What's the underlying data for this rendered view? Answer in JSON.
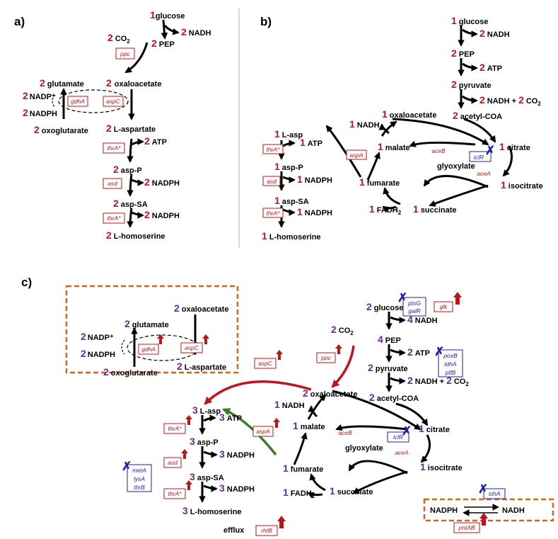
{
  "colors": {
    "coef_ab": "#c0141c",
    "coef_c": "#6a2a8f",
    "enzyme": "#c0141c",
    "knockout": "#1f1fb0",
    "overexpress": "#c0141c",
    "green_arrow": "#3d7a25",
    "box_orange": "#d5651a"
  },
  "panels": {
    "a": "a)",
    "b": "b)",
    "c": "c)"
  },
  "panel_a": {
    "glucose": {
      "coef": "1",
      "name": "glucose"
    },
    "nadh": {
      "coef": "2",
      "name": "NADH"
    },
    "co2": {
      "coef": "2",
      "name": "CO"
    },
    "pep": {
      "coef": "2",
      "name": "PEP"
    },
    "oaa": {
      "coef": "2",
      "name": "oxaloacetate"
    },
    "glutamate": {
      "coef": "2",
      "name": "glutamate"
    },
    "nadp": {
      "coef": "2",
      "name": "NADP⁺"
    },
    "nadph_g": {
      "coef": "2",
      "name": "NADPH"
    },
    "oxoglu": {
      "coef": "2",
      "name": "oxoglutarate"
    },
    "lasp": {
      "coef": "2",
      "name": "L-aspartate"
    },
    "atp": {
      "coef": "2",
      "name": "ATP"
    },
    "aspP": {
      "coef": "2",
      "name": "asp-P"
    },
    "nadph1": {
      "coef": "2",
      "name": "NADPH"
    },
    "aspSA": {
      "coef": "2",
      "name": "asp-SA"
    },
    "nadph2": {
      "coef": "2",
      "name": "NADPH"
    },
    "hom": {
      "coef": "2",
      "name": "L-homoserine"
    },
    "enz": {
      "ppc": "ppc",
      "gdhA": "gdhA",
      "aspC": "aspC",
      "thrA1": "thrA*",
      "asd": "asd",
      "thrA2": "thrA*"
    }
  },
  "panel_b": {
    "glucose": {
      "coef": "1",
      "name": "glucose"
    },
    "nadh1": {
      "coef": "2",
      "name": "NADH"
    },
    "pep": {
      "coef": "2",
      "name": "PEP"
    },
    "atp": {
      "coef": "2",
      "name": "ATP"
    },
    "pyr": {
      "coef": "2",
      "name": "pyruvate"
    },
    "nadh2": {
      "coef": "2",
      "name": "NADH +"
    },
    "co2": {
      "coef": "2",
      "name": "CO"
    },
    "acoa": {
      "coef": "2",
      "name": "acetyl-COA"
    },
    "oaa": {
      "coef": "1",
      "name": "oxaloacetate"
    },
    "nadh3": {
      "coef": "1",
      "name": "NADH"
    },
    "malate": {
      "coef": "1",
      "name": "malate"
    },
    "citrate": {
      "coef": "1",
      "name": "citrate"
    },
    "glyox": {
      "name": "glyoxylate"
    },
    "fumarate": {
      "coef": "1",
      "name": "fumarate"
    },
    "isocit": {
      "coef": "1",
      "name": "isocitrate"
    },
    "fadh": {
      "coef": "1",
      "name": "FADH"
    },
    "succ": {
      "coef": "1",
      "name": "succinate"
    },
    "lasp": {
      "coef": "1",
      "name": "L-asp"
    },
    "atp2": {
      "coef": "1",
      "name": "ATP"
    },
    "aspP": {
      "coef": "1",
      "name": "asp-P"
    },
    "nadph1": {
      "coef": "1",
      "name": "NADPH"
    },
    "aspSA": {
      "coef": "1",
      "name": "asp-SA"
    },
    "nadph2": {
      "coef": "1",
      "name": "NADPH"
    },
    "hom": {
      "coef": "1",
      "name": "L-homoserine"
    },
    "enz": {
      "thrA1": "thrA*",
      "asd": "asd",
      "thrA2": "thrA*",
      "aspA": "aspA",
      "aceB": "aceB",
      "aceA": "aceA",
      "iclR": "iclR"
    }
  },
  "panel_c": {
    "glutamate": {
      "coef": "2",
      "name": "glutamate"
    },
    "oaa_box": {
      "coef": "2",
      "name": "oxaloacetate"
    },
    "nadp": {
      "coef": "2",
      "name": "NADP⁺"
    },
    "nadph_g": {
      "coef": "2",
      "name": "NADPH"
    },
    "oxoglu": {
      "coef": "2",
      "name": "oxoglutarate"
    },
    "lasp_box": {
      "coef": "2",
      "name": "L-aspartate"
    },
    "glucose": {
      "coef": "2",
      "name": "glucose"
    },
    "nadh1": {
      "coef": "4",
      "name": "NADH"
    },
    "co2": {
      "coef": "2",
      "name": "CO"
    },
    "pep": {
      "coef": "4",
      "name": "PEP"
    },
    "atp": {
      "coef": "2",
      "name": "ATP"
    },
    "pyr": {
      "coef": "2",
      "name": "pyruvate"
    },
    "nadh2": {
      "coef": "2",
      "name": "NADH +"
    },
    "co2b": {
      "coef": "2",
      "name": "CO"
    },
    "acoa": {
      "coef": "2",
      "name": "acetyl-COA"
    },
    "oaa": {
      "coef": "2",
      "name": "oxaloacetate"
    },
    "nadh3": {
      "coef": "1",
      "name": "NADH"
    },
    "malate": {
      "coef": "1",
      "name": "malate"
    },
    "citrate": {
      "coef": "1",
      "name": "citrate"
    },
    "glyox": {
      "name": "glyoxylate"
    },
    "fumarate": {
      "coef": "1",
      "name": "fumarate"
    },
    "isocit": {
      "coef": "1",
      "name": "isocitrate"
    },
    "fadh": {
      "coef": "1",
      "name": "FADH"
    },
    "succ": {
      "coef": "1",
      "name": "succinate"
    },
    "lasp": {
      "coef": "3",
      "name": "L-asp"
    },
    "atp2": {
      "coef": "3",
      "name": "ATP"
    },
    "aspP": {
      "coef": "3",
      "name": "asp-P"
    },
    "nadph1": {
      "coef": "3",
      "name": "NADPH"
    },
    "aspSA": {
      "coef": "3",
      "name": "asp-SA"
    },
    "nadph2": {
      "coef": "3",
      "name": "NADPH"
    },
    "hom": {
      "coef": "3",
      "name": "L-homoserine"
    },
    "efflux": "efflux",
    "nadph_t": "NADPH",
    "nadh_t": "NADH",
    "enz": {
      "gdhA": "gdhA",
      "aspC_box": "aspC",
      "aspC": "aspC",
      "ppc": "ppc",
      "glk": "glk",
      "ptsG": "ptsG",
      "galR": "galR",
      "poxB": "poxB",
      "ldhA": "ldhA",
      "pflB": "pflB",
      "thrA1": "thrA*",
      "asd": "asd",
      "thrA2": "thrA*",
      "aspA": "aspA",
      "metA": "metA",
      "lysA": "lysA",
      "thrB": "thrB",
      "aceB": "aceB",
      "aceA": "aceA",
      "iclR": "iclR",
      "rhtB": "rhtB",
      "sthA": "sthA",
      "pntAB": "pntAB"
    }
  }
}
